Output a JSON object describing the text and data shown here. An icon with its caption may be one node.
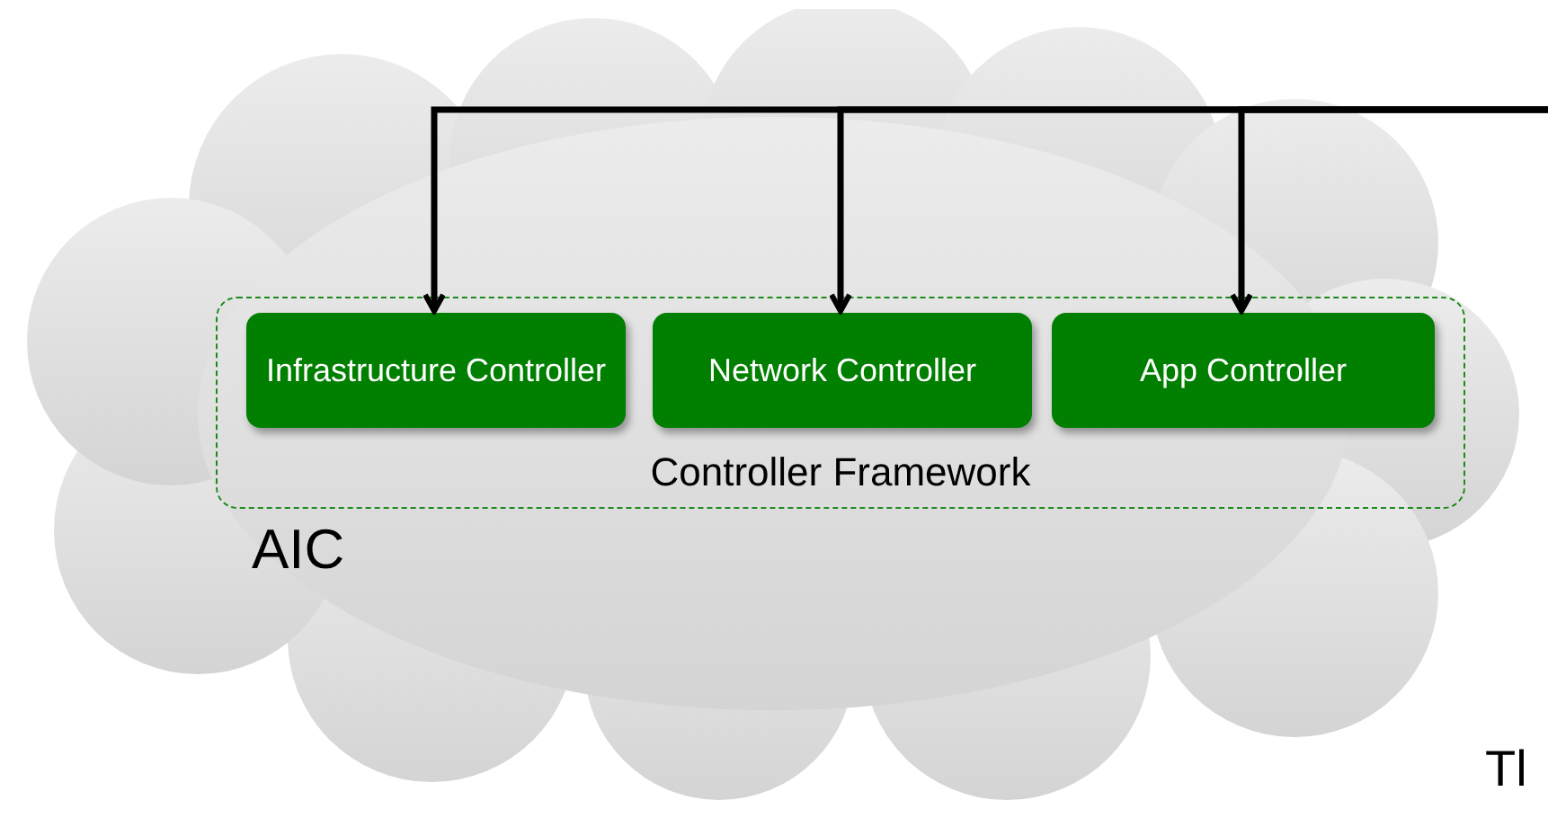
{
  "diagram": {
    "nodes": [
      {
        "text": [
          "AIC"
        ]
      },
      {
        "text": [
          "Controller Framework"
        ],
        "in": 0
      },
      {
        "text": [
          "Infrastructure Controller"
        ],
        "in": 1
      },
      {
        "text": [
          "Network Controller"
        ],
        "in": 1
      },
      {
        "text": [
          "App Controller"
        ],
        "in": 1
      }
    ],
    "edges": [
      {
        "from": null,
        "to": 2,
        "arrow": "to"
      },
      {
        "from": null,
        "to": 3,
        "arrow": "to"
      },
      {
        "from": null,
        "to": 4,
        "arrow": "to"
      }
    ],
    "labels": [
      "Tl"
    ]
  }
}
